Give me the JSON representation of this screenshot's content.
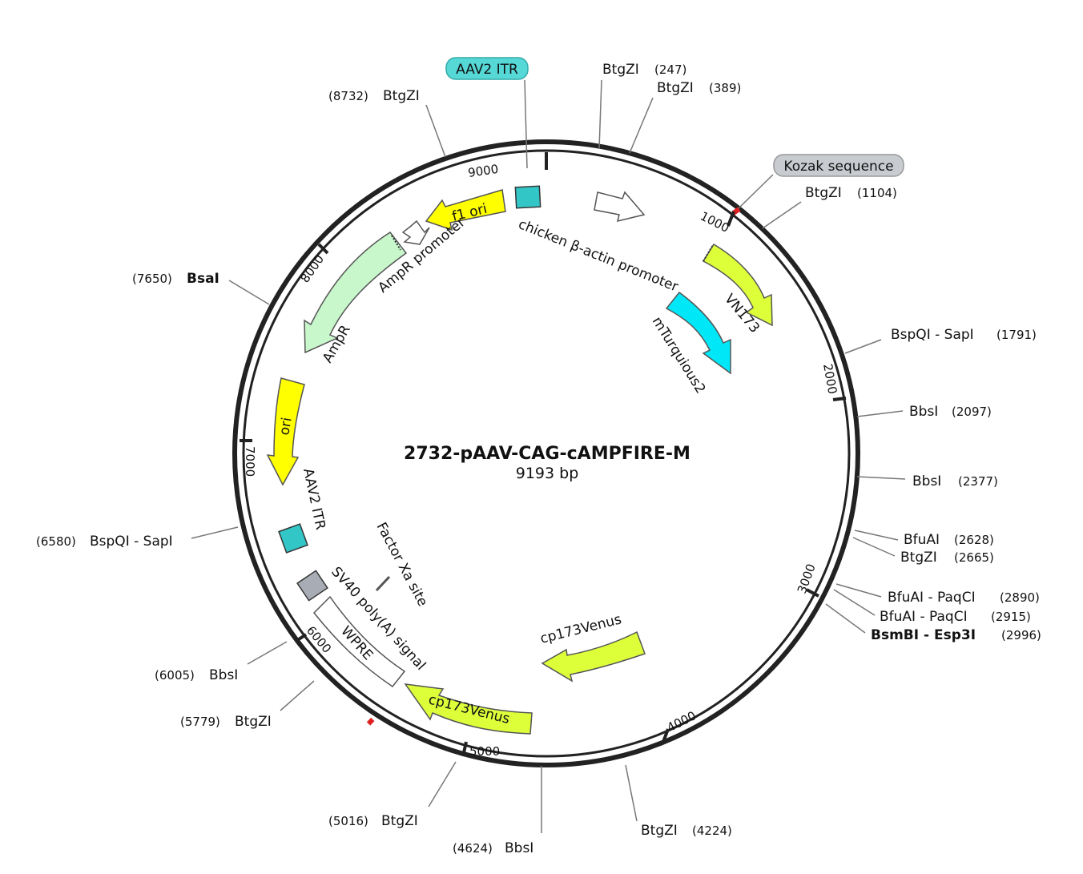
{
  "plasmid": {
    "name": "2732-pAAV-CAG-cAMPFIRE-M",
    "length_label": "9193 bp",
    "length_bp": 9193
  },
  "ticks": [
    "1000",
    "2000",
    "3000",
    "4000",
    "5000",
    "6000",
    "7000",
    "8000",
    "9000"
  ],
  "sites": [
    {
      "name": "BtgZI",
      "pos": "(247)",
      "bold": false
    },
    {
      "name": "BtgZI",
      "pos": "(389)",
      "bold": false
    },
    {
      "name": "BtgZI",
      "pos": "(1104)",
      "bold": false
    },
    {
      "name": "BspQI - SapI",
      "pos": "(1791)",
      "bold": false
    },
    {
      "name": "BbsI",
      "pos": "(2097)",
      "bold": false
    },
    {
      "name": "BbsI",
      "pos": "(2377)",
      "bold": false
    },
    {
      "name": "BfuAI",
      "pos": "(2628)",
      "bold": false
    },
    {
      "name": "BtgZI",
      "pos": "(2665)",
      "bold": false
    },
    {
      "name": "BfuAI - PaqCI",
      "pos": "(2890)",
      "bold": false
    },
    {
      "name": "BfuAI - PaqCI",
      "pos": "(2915)",
      "bold": false
    },
    {
      "name": "BsmBI - Esp3I",
      "pos": "(2996)",
      "bold": true
    },
    {
      "name": "BtgZI",
      "pos": "(4224)",
      "bold": false
    },
    {
      "name": "BbsI",
      "pos": "(4624)",
      "bold": false
    },
    {
      "name": "BtgZI",
      "pos": "(5016)",
      "bold": false
    },
    {
      "name": "BtgZI",
      "pos": "(5779)",
      "bold": false
    },
    {
      "name": "BbsI",
      "pos": "(6005)",
      "bold": false
    },
    {
      "name": "BspQI - SapI",
      "pos": "(6580)",
      "bold": false
    },
    {
      "name": "BsaI",
      "pos": "(7650)",
      "bold": true
    },
    {
      "name": "BtgZI",
      "pos": "(8732)",
      "bold": false
    }
  ],
  "callouts": {
    "aav2_itr_top": "AAV2 ITR",
    "kozak": "Kozak sequence"
  },
  "features": {
    "f1_ori": "f1 ori",
    "chicken_actin": "chicken β-actin promoter",
    "ampr_promoter": "AmpR promoter",
    "ampr": "AmpR",
    "vn173": "VN173",
    "mturquoise2": "mTurquious2",
    "ori": "ori",
    "aav2_itr": "AAV2 ITR",
    "factor_xa": "Factor Xa site",
    "sv40": "SV40 poly(A) signal",
    "wpre": "WPRE",
    "cp173venus_1": "cp173Venus",
    "cp173venus_2": "cp173Venus"
  },
  "colors": {
    "backbone": "#222222",
    "itr": "#33c6c6",
    "kozak": "#c8cbd0",
    "yellow": "#ffff00",
    "venus": "#dcff3a",
    "turquoise": "#00e8f8",
    "ampr": "#c8f7cc",
    "sv40": "#a8adb5",
    "marker_red": "#e02020"
  }
}
